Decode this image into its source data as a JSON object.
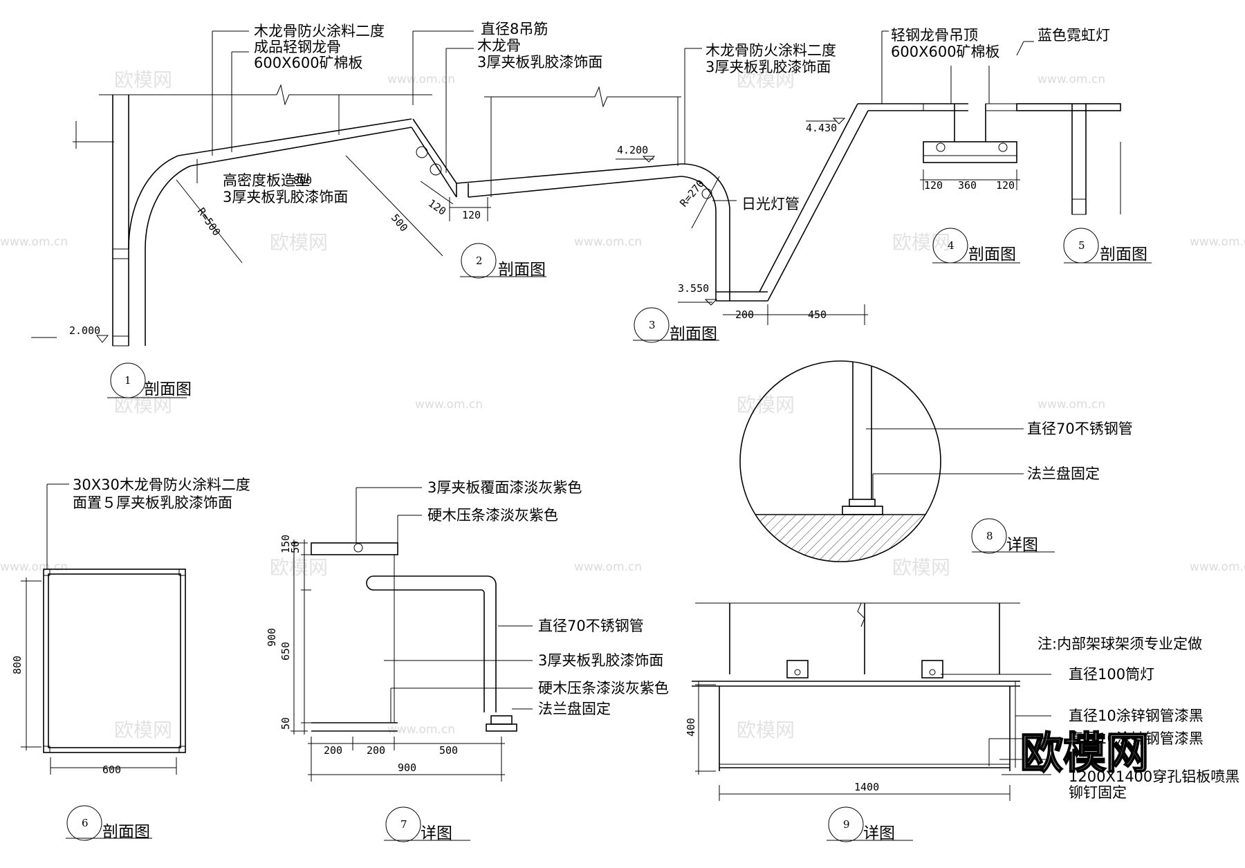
{
  "drawing_1": {
    "caption_num": "1",
    "caption": "剖面图",
    "label_keel": "木龙骨防火涂料二度",
    "label_lightkeel": "成品轻钢龙骨",
    "label_board": "600X600矿棉板",
    "label_mdf": "高密度板造型",
    "label_ply": "3厚夹板乳胶漆饰面",
    "radius": "R=500",
    "level": "2.000",
    "dim_r800": "800"
  },
  "drawing_2": {
    "caption_num": "2",
    "caption": "剖面图",
    "label_rod": "直径8吊筋",
    "label_wood": "木龙骨",
    "label_ply": "3厚夹板乳胶漆饰面",
    "dim_500": "500",
    "dim_120a": "120",
    "dim_120b": "120"
  },
  "drawing_3": {
    "caption_num": "3",
    "caption": "剖面图",
    "label_keel": "木龙骨防火涂料二度",
    "label_ply": "3厚夹板乳胶漆饰面",
    "label_tube": "日光灯管",
    "radius": "R=270",
    "level_a": "4.200",
    "level_b": "4.430",
    "level_c": "3.550",
    "dim_200": "200",
    "dim_450": "450"
  },
  "drawing_4": {
    "caption_num": "4",
    "caption": "剖面图",
    "label_ceiling": "轻钢龙骨吊顶",
    "label_board": "600X600矿棉板",
    "label_neon": "蓝色霓虹灯",
    "dim_a": "120",
    "dim_b": "360",
    "dim_c": "120"
  },
  "drawing_5": {
    "caption_num": "5",
    "caption": "剖面图"
  },
  "drawing_6": {
    "caption_num": "6",
    "caption": "剖面图",
    "label_1": "30X30木龙骨防火涂料二度",
    "label_2": "面置５厚夹板乳胶漆饰面",
    "dim_h": "800",
    "dim_w": "600"
  },
  "drawing_7": {
    "caption_num": "7",
    "caption": "详图",
    "label_cover": "3厚夹板覆面漆淡灰紫色",
    "label_strip": "硬木压条漆淡灰紫色",
    "label_pipe": "直径70不锈钢管",
    "label_ply": "3厚夹板乳胶漆饰面",
    "label_strip2": "硬木压条漆淡灰紫色",
    "label_flange": "法兰盘固定",
    "dim_150": "150",
    "dim_50a": "50",
    "dim_900v": "900",
    "dim_650": "650",
    "dim_50b": "50",
    "dim_200a": "200",
    "dim_200b": "200",
    "dim_500": "500",
    "dim_900h": "900"
  },
  "drawing_8": {
    "caption_num": "8",
    "caption": "详图",
    "label_pipe": "直径70不锈钢管",
    "label_flange": "法兰盘固定"
  },
  "drawing_9": {
    "caption_num": "9",
    "caption": "详图",
    "note": "注:内部架球架须专业定做",
    "label_light": "直径100筒灯",
    "label_pipe1": "直径10涂锌钢管漆黑",
    "label_pipe2": "直径10涂锌钢管漆黑",
    "label_plate": "1200X1400穿孔铝板喷黑",
    "label_rivet": "铆钉固定",
    "dim_400": "400",
    "dim_1400": "1400"
  },
  "watermark": {
    "brand": "欧模网",
    "url": "www.om.cn"
  }
}
